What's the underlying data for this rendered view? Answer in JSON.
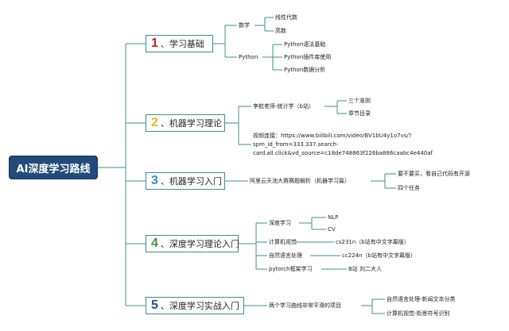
{
  "root": {
    "label": "AI深度学习路线"
  },
  "branches": [
    {
      "number": "1",
      "label": "、学习基础",
      "number_color": "#c0222b"
    },
    {
      "number": "2",
      "label": "、机器学习理论",
      "number_color": "#e5b323"
    },
    {
      "number": "3",
      "label": "、机器学习入门",
      "number_color": "#2f8fd0"
    },
    {
      "number": "4",
      "label": "、深度学习理论入门",
      "number_color": "#3c9a3c"
    },
    {
      "number": "5",
      "label": "、深度学习实战入门",
      "number_color": "#1f4e9c"
    }
  ],
  "nodes": {
    "math": "数学",
    "linear_algebra": "线性代数",
    "calculus": "高数",
    "python": "Python",
    "python_syntax": "Python语法基础",
    "python_libs": "Python插件库使用",
    "python_data": "Python数据分析",
    "li_hang": "李航老师-统计学（b站）",
    "three_criteria": "三个准则",
    "chapter_list": "章节目录",
    "video_link_line1": "视频连接：https://www.bilibili.com/video/BV1bU4y1o7vs/?",
    "video_link_line2": "spm_id_from=333.337.search-",
    "video_link_line3": "card.all.click&vd_source=c18de748863f226ba886caabc4e440af",
    "aliyun": "阿里云天池大赛赛题解析（机器学习篇）",
    "no_fear": "要不要买，看自己代码有开源",
    "four_tasks": "四个任务",
    "deep_learning": "深度学习",
    "nlp": "NLP",
    "cv": "CV",
    "computer_vision": "计算机视觉",
    "cs231n": "cs231n（b站有中文字幕版）",
    "nlp_full": "自然语言处理",
    "cs224n": "cc224n（b站有中文字幕版）",
    "pytorch": "pytorch框架学习",
    "bzhan": "B站 刘二大人",
    "two_projects": "两个学习曲线非常平滑的项目",
    "news_classify": "自然语言处理-新闻文本分类",
    "street_sign": "计算机视觉-街景符号识别"
  },
  "colors": {
    "line": "#3e8f8f",
    "root_bg": "#234a78",
    "branch_border": "#3e8f8f"
  }
}
